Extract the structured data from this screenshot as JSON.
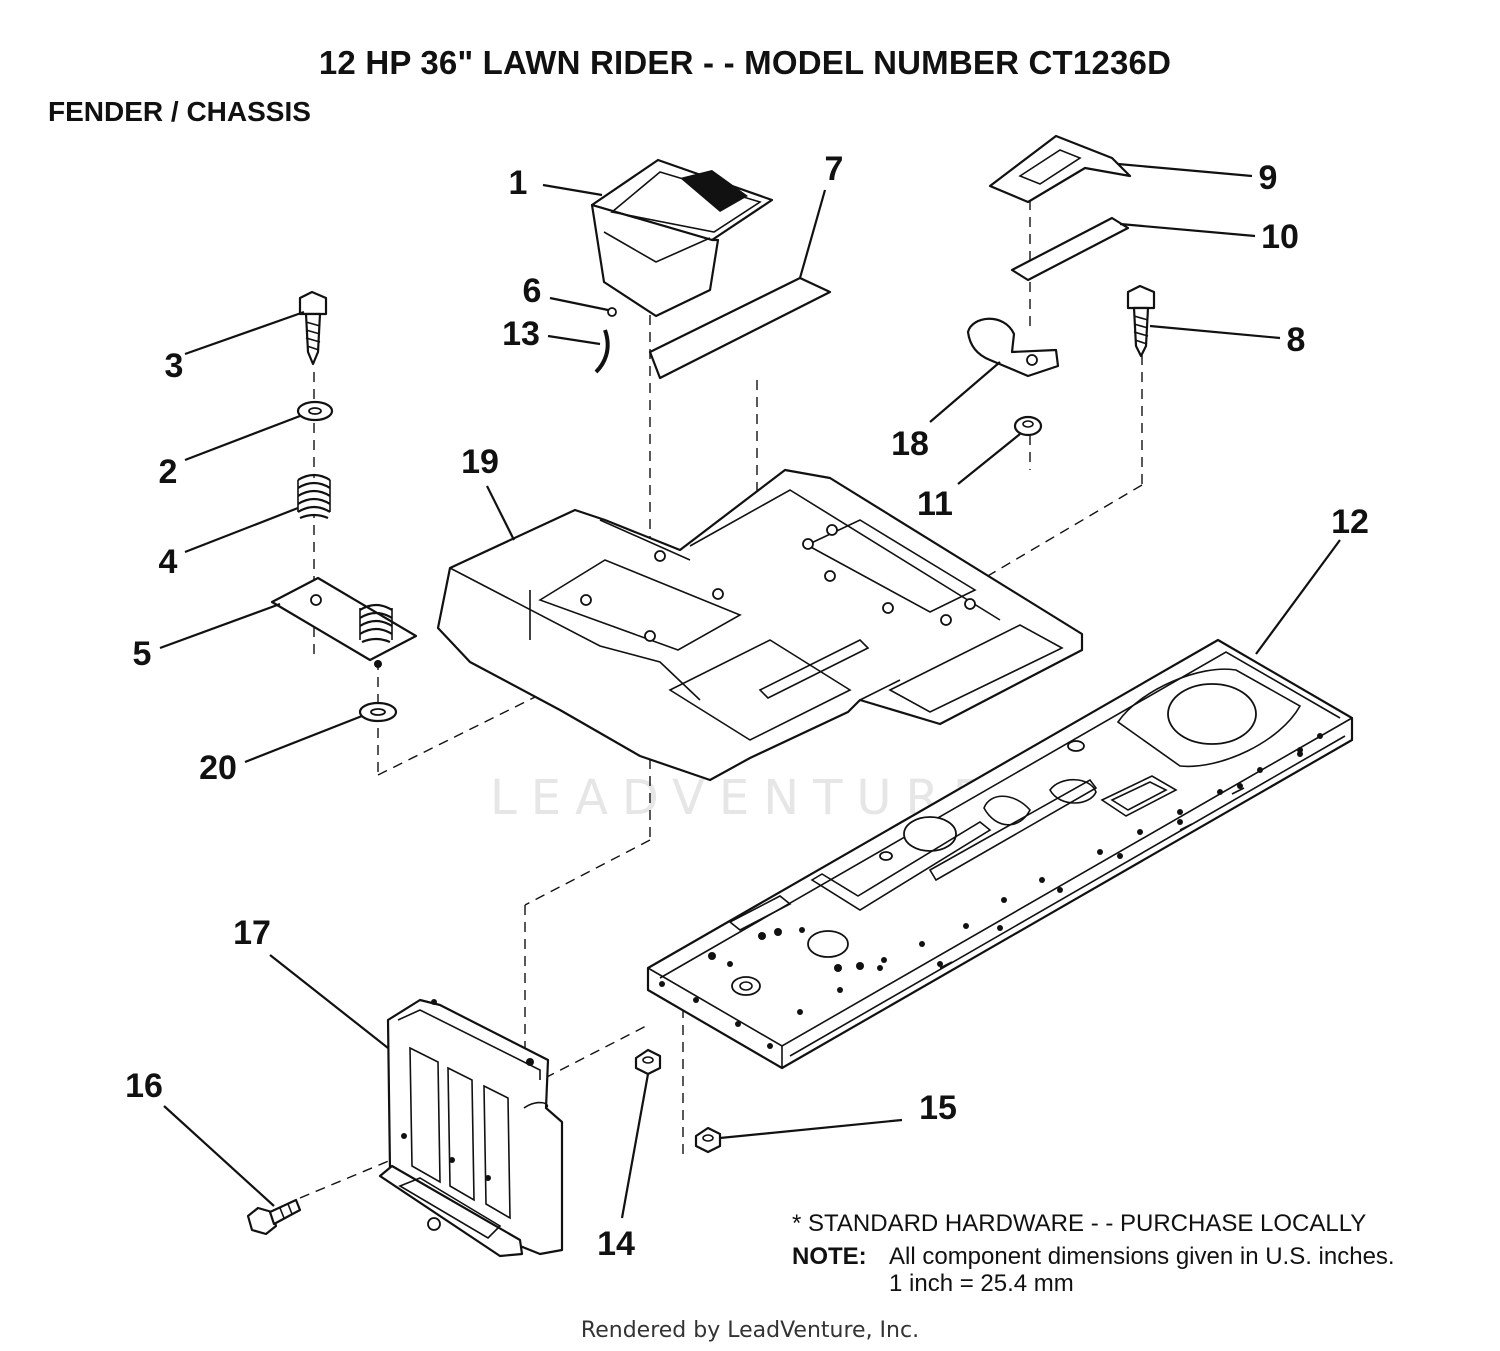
{
  "header": {
    "title": "12 HP 36\" LAWN RIDER - - MODEL NUMBER CT1236D",
    "subtitle": "FENDER / CHASSIS"
  },
  "callouts": [
    {
      "id": "1",
      "label": "1"
    },
    {
      "id": "2",
      "label": "2"
    },
    {
      "id": "3",
      "label": "3"
    },
    {
      "id": "4",
      "label": "4"
    },
    {
      "id": "5",
      "label": "5"
    },
    {
      "id": "6",
      "label": "6"
    },
    {
      "id": "7",
      "label": "7"
    },
    {
      "id": "8",
      "label": "8"
    },
    {
      "id": "9",
      "label": "9"
    },
    {
      "id": "10",
      "label": "10"
    },
    {
      "id": "11",
      "label": "11"
    },
    {
      "id": "12",
      "label": "12"
    },
    {
      "id": "13",
      "label": "13"
    },
    {
      "id": "14",
      "label": "14"
    },
    {
      "id": "15",
      "label": "15"
    },
    {
      "id": "16",
      "label": "16"
    },
    {
      "id": "17",
      "label": "17"
    },
    {
      "id": "18",
      "label": "18"
    },
    {
      "id": "19",
      "label": "19"
    },
    {
      "id": "20",
      "label": "20"
    }
  ],
  "notes": {
    "standard_hardware": "* STANDARD HARDWARE - - PURCHASE LOCALLY",
    "note_label": "NOTE:",
    "note_text": "All component dimensions given in U.S. inches.",
    "conversion": "1 inch = 25.4 mm"
  },
  "watermark": "LEADVENTURE",
  "footer": {
    "credit": "Rendered by LeadVenture, Inc."
  }
}
